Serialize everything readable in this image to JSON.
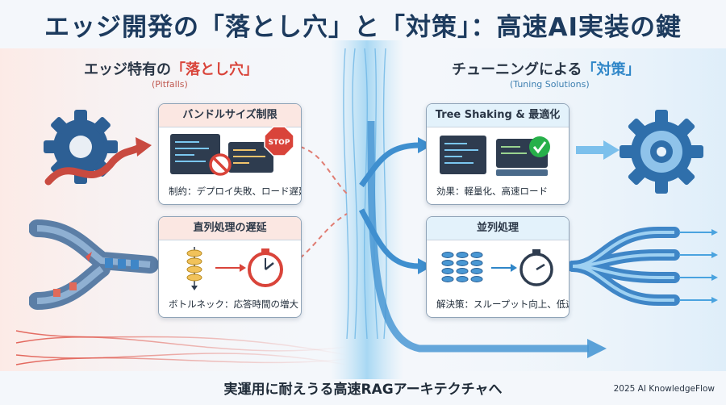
{
  "title": "エッジ開発の「落とし穴」と「対策」：高速AI実装の鍵",
  "left": {
    "heading_prefix": "エッジ特有の",
    "heading_highlight": "「落とし穴」",
    "subheading": "(Pitfalls)",
    "cards": [
      {
        "title": "バンドルサイズ制限",
        "caption": "制約：デプロイ失敗、ロード遅延",
        "badge": "STOP"
      },
      {
        "title": "直列処理の遅延",
        "caption": "ボトルネック：応答時間の増大"
      }
    ]
  },
  "right": {
    "heading_prefix": "チューニングによる",
    "heading_highlight": "「対策」",
    "subheading": "(Tuning Solutions)",
    "cards": [
      {
        "title": "Tree Shaking & 最適化",
        "caption": "効果：軽量化、高速ロード"
      },
      {
        "title": "並列処理",
        "caption": "解決策：スループット向上、低遅延"
      }
    ]
  },
  "footer": "実運用に耐えうる高速RAGアーキテクチャへ",
  "credit": "2025 AI KnowledgeFlow",
  "colors": {
    "pitfall_red": "#d9443a",
    "solution_blue": "#2f86c8",
    "title_navy": "#1d3b5e",
    "gear_blue": "#2d5f94",
    "check_green": "#27b04a"
  }
}
